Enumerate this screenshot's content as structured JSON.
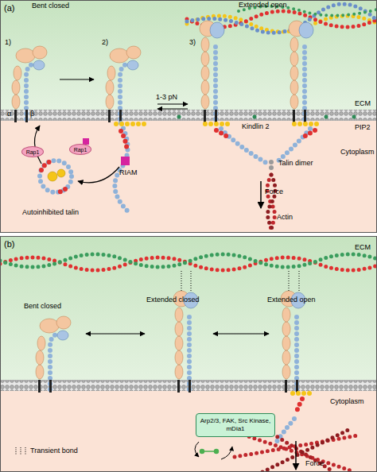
{
  "diagram": {
    "nodes": [
      {
        "text": [
          "(a)"
        ]
      },
      {
        "text": [
          "Rap1"
        ],
        "in": 0
      },
      {
        "text": [
          "Rap1"
        ],
        "in": 0
      },
      {
        "text": [
          "(b)"
        ]
      },
      {
        "text": [
          "Arp2/3, FAK, Src Kinase, mDia1"
        ],
        "in": 3
      }
    ],
    "labels": [
      "Bent closed",
      "Extended open",
      "1)",
      "2)",
      "3)",
      "ECM",
      "α",
      "β",
      "RIAM",
      "Autoinhibited talin",
      "1-3 pN",
      "Kindlin 2",
      "PIP2",
      "Cytoplasm",
      "Talin dimer",
      "Force",
      "Actin",
      "ECM",
      "Bent closed",
      "Extended closed",
      "Extended open",
      "Cytoplasm",
      "Force"
    ],
    "legend": [
      {
        "text": "Transient bond"
      }
    ]
  }
}
